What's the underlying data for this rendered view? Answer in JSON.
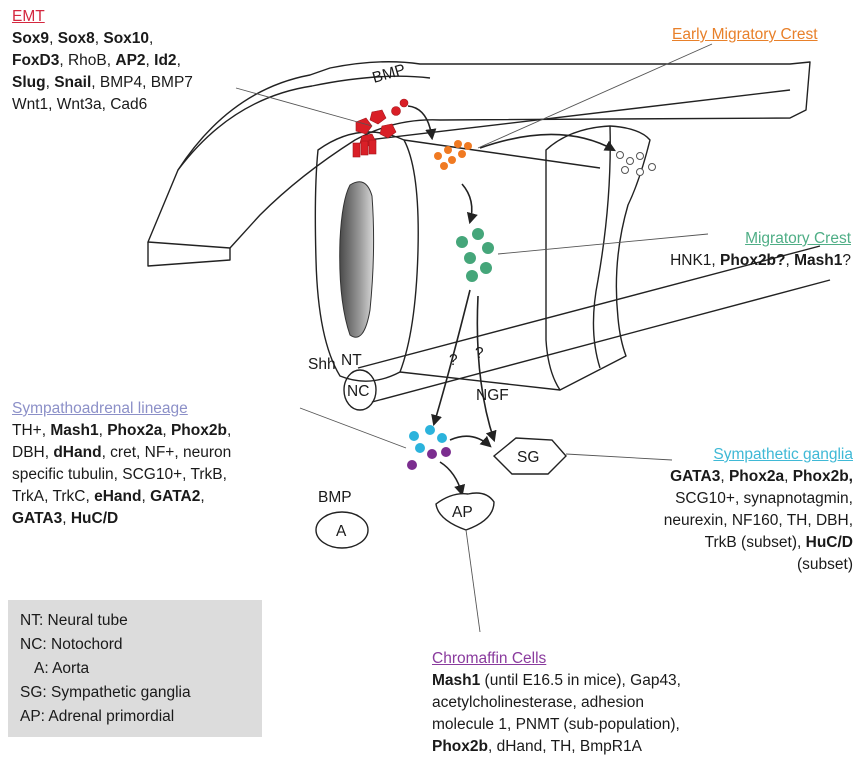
{
  "colors": {
    "emt": "#d4273f",
    "early": "#e8802a",
    "migratory": "#4fae86",
    "sympatho": "#8c90c8",
    "ganglia": "#3fb9d6",
    "chromaffin": "#8a3b9e",
    "red_cells": "#d91f27",
    "orange_cells": "#f07a22",
    "green_cells": "#45a67a",
    "cyan_cells": "#2bb3dc",
    "purple_cells": "#7b2d8f",
    "legend_bg": "#dcdcdc"
  },
  "emt": {
    "title": "EMT",
    "lines": [
      [
        {
          "t": "Sox9",
          "b": true
        },
        {
          "t": ", "
        },
        {
          "t": "Sox8",
          "b": true
        },
        {
          "t": ", "
        },
        {
          "t": "Sox10",
          "b": true
        },
        {
          "t": ","
        }
      ],
      [
        {
          "t": "FoxD3",
          "b": true
        },
        {
          "t": ", RhoB, "
        },
        {
          "t": "AP2",
          "b": true
        },
        {
          "t": ", "
        },
        {
          "t": "Id2",
          "b": true
        },
        {
          "t": ","
        }
      ],
      [
        {
          "t": "Slug",
          "b": true
        },
        {
          "t": ", "
        },
        {
          "t": "Snail",
          "b": true
        },
        {
          "t": ", BMP4, BMP7"
        }
      ],
      [
        {
          "t": "Wnt1, Wnt3a, Cad6"
        }
      ]
    ]
  },
  "early_crest": {
    "title": "Early Migratory Crest"
  },
  "migratory_crest": {
    "title": "Migratory Crest",
    "lines": [
      [
        {
          "t": "HNK1, "
        },
        {
          "t": "Phox2b?",
          "b": true
        },
        {
          "t": ", "
        },
        {
          "t": "Mash1",
          "b": true
        },
        {
          "t": "?"
        }
      ]
    ]
  },
  "sympathoadrenal": {
    "title": "Sympathoadrenal lineage",
    "lines": [
      [
        {
          "t": "TH+, "
        },
        {
          "t": "Mash1",
          "b": true
        },
        {
          "t": ", "
        },
        {
          "t": "Phox2a",
          "b": true
        },
        {
          "t": ", "
        },
        {
          "t": "Phox2b",
          "b": true
        },
        {
          "t": ","
        }
      ],
      [
        {
          "t": "DBH, "
        },
        {
          "t": "dHand",
          "b": true
        },
        {
          "t": ", cret, NF+, neuron"
        }
      ],
      [
        {
          "t": "specific tubulin, SCG10+, TrkB,"
        }
      ],
      [
        {
          "t": "TrkA, TrkC, "
        },
        {
          "t": "eHand",
          "b": true
        },
        {
          "t": ", "
        },
        {
          "t": "GATA2",
          "b": true
        },
        {
          "t": ","
        }
      ],
      [
        {
          "t": "GATA3",
          "b": true
        },
        {
          "t": ", "
        },
        {
          "t": "HuC/D",
          "b": true
        }
      ]
    ]
  },
  "sympathetic_ganglia": {
    "title": "Sympathetic ganglia",
    "lines": [
      [
        {
          "t": "GATA3",
          "b": true
        },
        {
          "t": ", "
        },
        {
          "t": "Phox2a",
          "b": true
        },
        {
          "t": ", "
        },
        {
          "t": "Phox2b,",
          "b": true
        }
      ],
      [
        {
          "t": "SCG10+, synapnotagmin,"
        }
      ],
      [
        {
          "t": "neurexin, NF160, TH, DBH,"
        }
      ],
      [
        {
          "t": "TrkB (subset), "
        },
        {
          "t": "HuC/D",
          "b": true
        }
      ],
      [
        {
          "t": "(subset)"
        }
      ]
    ]
  },
  "chromaffin": {
    "title": "Chromaffin Cells",
    "lines": [
      [
        {
          "t": "Mash1",
          "b": true
        },
        {
          "t": " (until E16.5 in mice), Gap43,"
        }
      ],
      [
        {
          "t": "acetylcholinesterase, adhesion"
        }
      ],
      [
        {
          "t": "molecule 1, PNMT (sub-population),"
        }
      ],
      [
        {
          "t": "Phox2b",
          "b": true
        },
        {
          "t": ", dHand, TH, BmpR1A"
        }
      ]
    ]
  },
  "diagram_labels": {
    "bmp_top": "BMP",
    "nt": "NT",
    "shh": "Shh",
    "nc": "NC",
    "q1": "?",
    "q2": "?",
    "ngf": "NGF",
    "sg": "SG",
    "bmp_aorta": "BMP",
    "a": "A",
    "ap": "AP"
  },
  "legend": {
    "items": [
      "NT: Neural tube",
      "NC: Notochord",
      "A: Aorta",
      "SG: Sympathetic ganglia",
      "AP: Adrenal primordial"
    ]
  }
}
